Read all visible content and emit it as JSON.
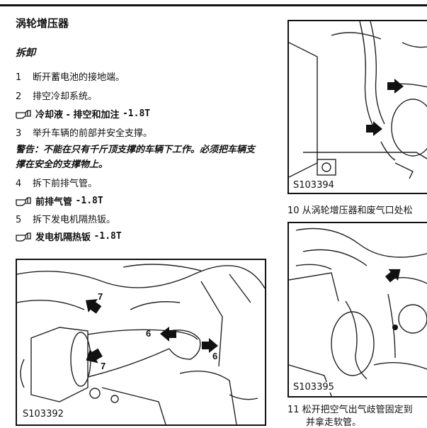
{
  "page": {
    "title": "涡轮增压器",
    "section": "拆卸",
    "steps": [
      {
        "num": "1",
        "text": "断开蓄电池的接地端。"
      },
      {
        "num": "2",
        "text": "排空冷却系统。"
      },
      {
        "num": "3",
        "text": "举升车辆的前部并安全支撑。"
      },
      {
        "num": "4",
        "text": "拆下前排气管。"
      },
      {
        "num": "5",
        "text": "拆下发电机隔热钣。"
      }
    ],
    "refs": [
      {
        "label": "冷却液 - 排空和加注",
        "value": "-1.8T"
      },
      {
        "label": "前排气管",
        "value": "-1.8T"
      },
      {
        "label": "发电机隔热钣",
        "value": "-1.8T"
      }
    ],
    "warning": "警告：不能在只有千斤顶支撑的车辆下工作。必须把车辆支撑在安全的支撑物上。"
  },
  "figures": {
    "fig1": {
      "label": "S103392",
      "callouts": [
        "7",
        "6",
        "6",
        "7"
      ]
    },
    "fig2": {
      "label": "S103394"
    },
    "fig3": {
      "label": "S103395"
    }
  },
  "captions": {
    "step10": "10  从涡轮增压器和废气口处松",
    "step11_line1": "11  松开把空气出气歧管固定到",
    "step11_line2": "并拿走软管。"
  },
  "icons": {
    "ref": "pointing-hand-icon"
  }
}
